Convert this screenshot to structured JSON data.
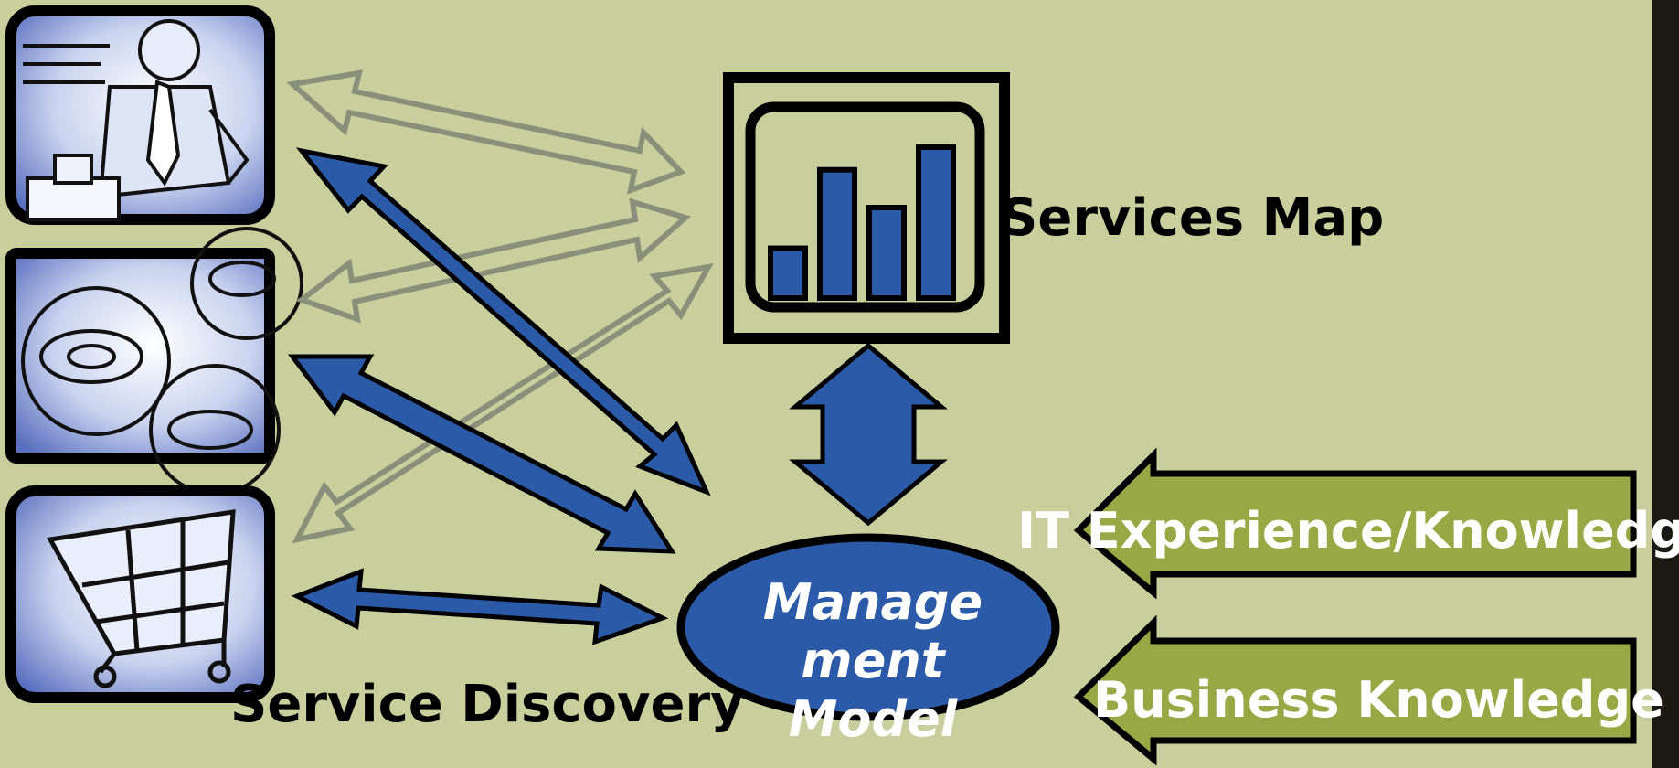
{
  "colors": {
    "background": "#c9cf9c",
    "accent_blue": "#2a5aa8",
    "olive": "#98a844",
    "outline": "#000000",
    "ghost_arrow": "#8a8f7a"
  },
  "icons": [
    {
      "name": "business-person-icon"
    },
    {
      "name": "gears-icon"
    },
    {
      "name": "shopping-cart-icon"
    },
    {
      "name": "bar-chart-icon"
    }
  ],
  "labels": {
    "services_map": "Services Map",
    "service_discovery": "Service Discovery",
    "it_experience": "IT Experience/Knowledge",
    "business_knowledge": "Business Knowledge",
    "management_model": [
      "Manage",
      "ment",
      "Model"
    ]
  },
  "bar_chart": {
    "relative_heights": [
      0.33,
      0.85,
      0.6,
      1.0
    ]
  }
}
